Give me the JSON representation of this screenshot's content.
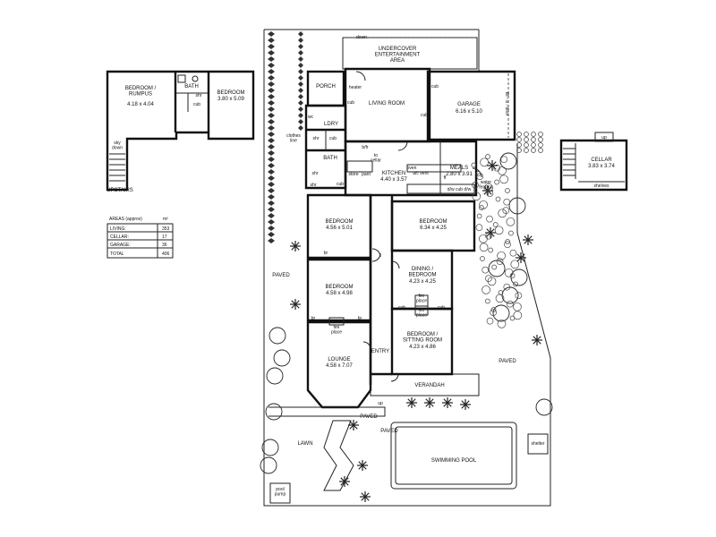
{
  "upstairs": {
    "caption": "UPSTAIRS",
    "rooms": [
      {
        "name": "BEDROOM /\nRUMPUS",
        "dims": "4.18 x 4.04"
      },
      {
        "name": "BEDROOM",
        "dims": "3.80 x 5.09"
      }
    ],
    "bath": "BATH",
    "shr": "shr",
    "cub": "cub",
    "sky_down": "sky\ndown"
  },
  "areas": {
    "header": "AREAS (approx)",
    "unit": "m²",
    "rows": [
      {
        "label": "LIVING:",
        "value": "353"
      },
      {
        "label": "CELLAR:",
        "value": "17"
      },
      {
        "label": "GARAGE:",
        "value": "36"
      },
      {
        "label": "TOTAL",
        "value": "406"
      }
    ]
  },
  "cellar": {
    "name": "CELLAR",
    "dims": "3.83 x 3.74",
    "shelves": "shelves",
    "up": "up"
  },
  "main": {
    "rooms": [
      {
        "name": "UNDERCOVER\nENTERTAINMENT\nAREA",
        "dims": ""
      },
      {
        "name": "PORCH",
        "dims": ""
      },
      {
        "name": "LIVING ROOM",
        "dims": ""
      },
      {
        "name": "GARAGE",
        "dims": "6.16 x 5.10"
      },
      {
        "name": "LDRY",
        "dims": ""
      },
      {
        "name": "BATH",
        "dims": ""
      },
      {
        "name": "KITCHEN",
        "dims": "4.40 x 3.57"
      },
      {
        "name": "MEALS",
        "dims": "2.80 x 3.91"
      },
      {
        "name": "BEDROOM",
        "dims": "4.56 x 5.01"
      },
      {
        "name": "BEDROOM",
        "dims": "6.34 x 4.25"
      },
      {
        "name": "DINING /\nBEDROOM",
        "dims": "4.23 x 4.25"
      },
      {
        "name": "BEDROOM",
        "dims": "4.58 x 4.98"
      },
      {
        "name": "BEDROOM /\nSITTING ROOM",
        "dims": "4.23 x 4.86"
      },
      {
        "name": "LOUNGE",
        "dims": "4.58 x 7.07"
      },
      {
        "name": "ENTRY",
        "dims": ""
      }
    ],
    "small": {
      "down": "down",
      "heater": "heater",
      "cub": "cub",
      "wc": "wc",
      "shr": "shr",
      "clothes_line": "clothes\nline",
      "store": "store",
      "pant": "pant",
      "to_cellar": "to\ncellar",
      "b_fr": "b/fr",
      "oven": "oven",
      "dw": "d/w",
      "ac_vent": "a/c vent",
      "ff": "ff",
      "dw_cub": "d/w cub d/w",
      "water_feature": "water\nfeature",
      "tilt_door": "tilt - a - door",
      "br": "br",
      "fire_place": "fire\nplace",
      "up": "up"
    }
  },
  "outdoor": {
    "paved_left": "PAVED",
    "paved_right": "PAVED",
    "paved_front1": "PAVED",
    "paved_front2": "PAVED",
    "verandah": "VERANDAH",
    "lawn": "LAWN",
    "pool": "SWIMMING POOL",
    "shelter": "shelter",
    "pool_pump": "pool\npump"
  }
}
